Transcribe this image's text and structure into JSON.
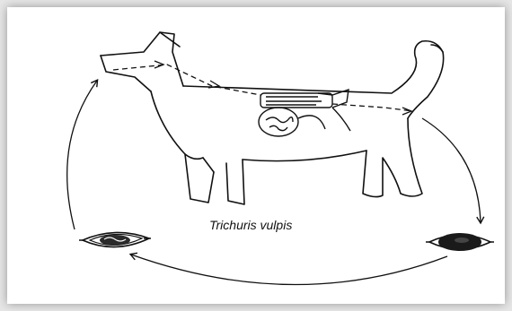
{
  "diagram": {
    "caption": "Trichuris vulpis",
    "nodes": [
      {
        "id": "dog",
        "icon": "dog-silhouette-icon"
      },
      {
        "id": "intestine",
        "icon": "intestine-icon"
      },
      {
        "id": "egg-unembryonated",
        "icon": "egg-icon"
      },
      {
        "id": "egg-embryonated",
        "icon": "egg-icon"
      }
    ],
    "colors": {
      "line": "#111111",
      "background": "#ffffff",
      "egg_dark": "#1a1a1a"
    }
  }
}
